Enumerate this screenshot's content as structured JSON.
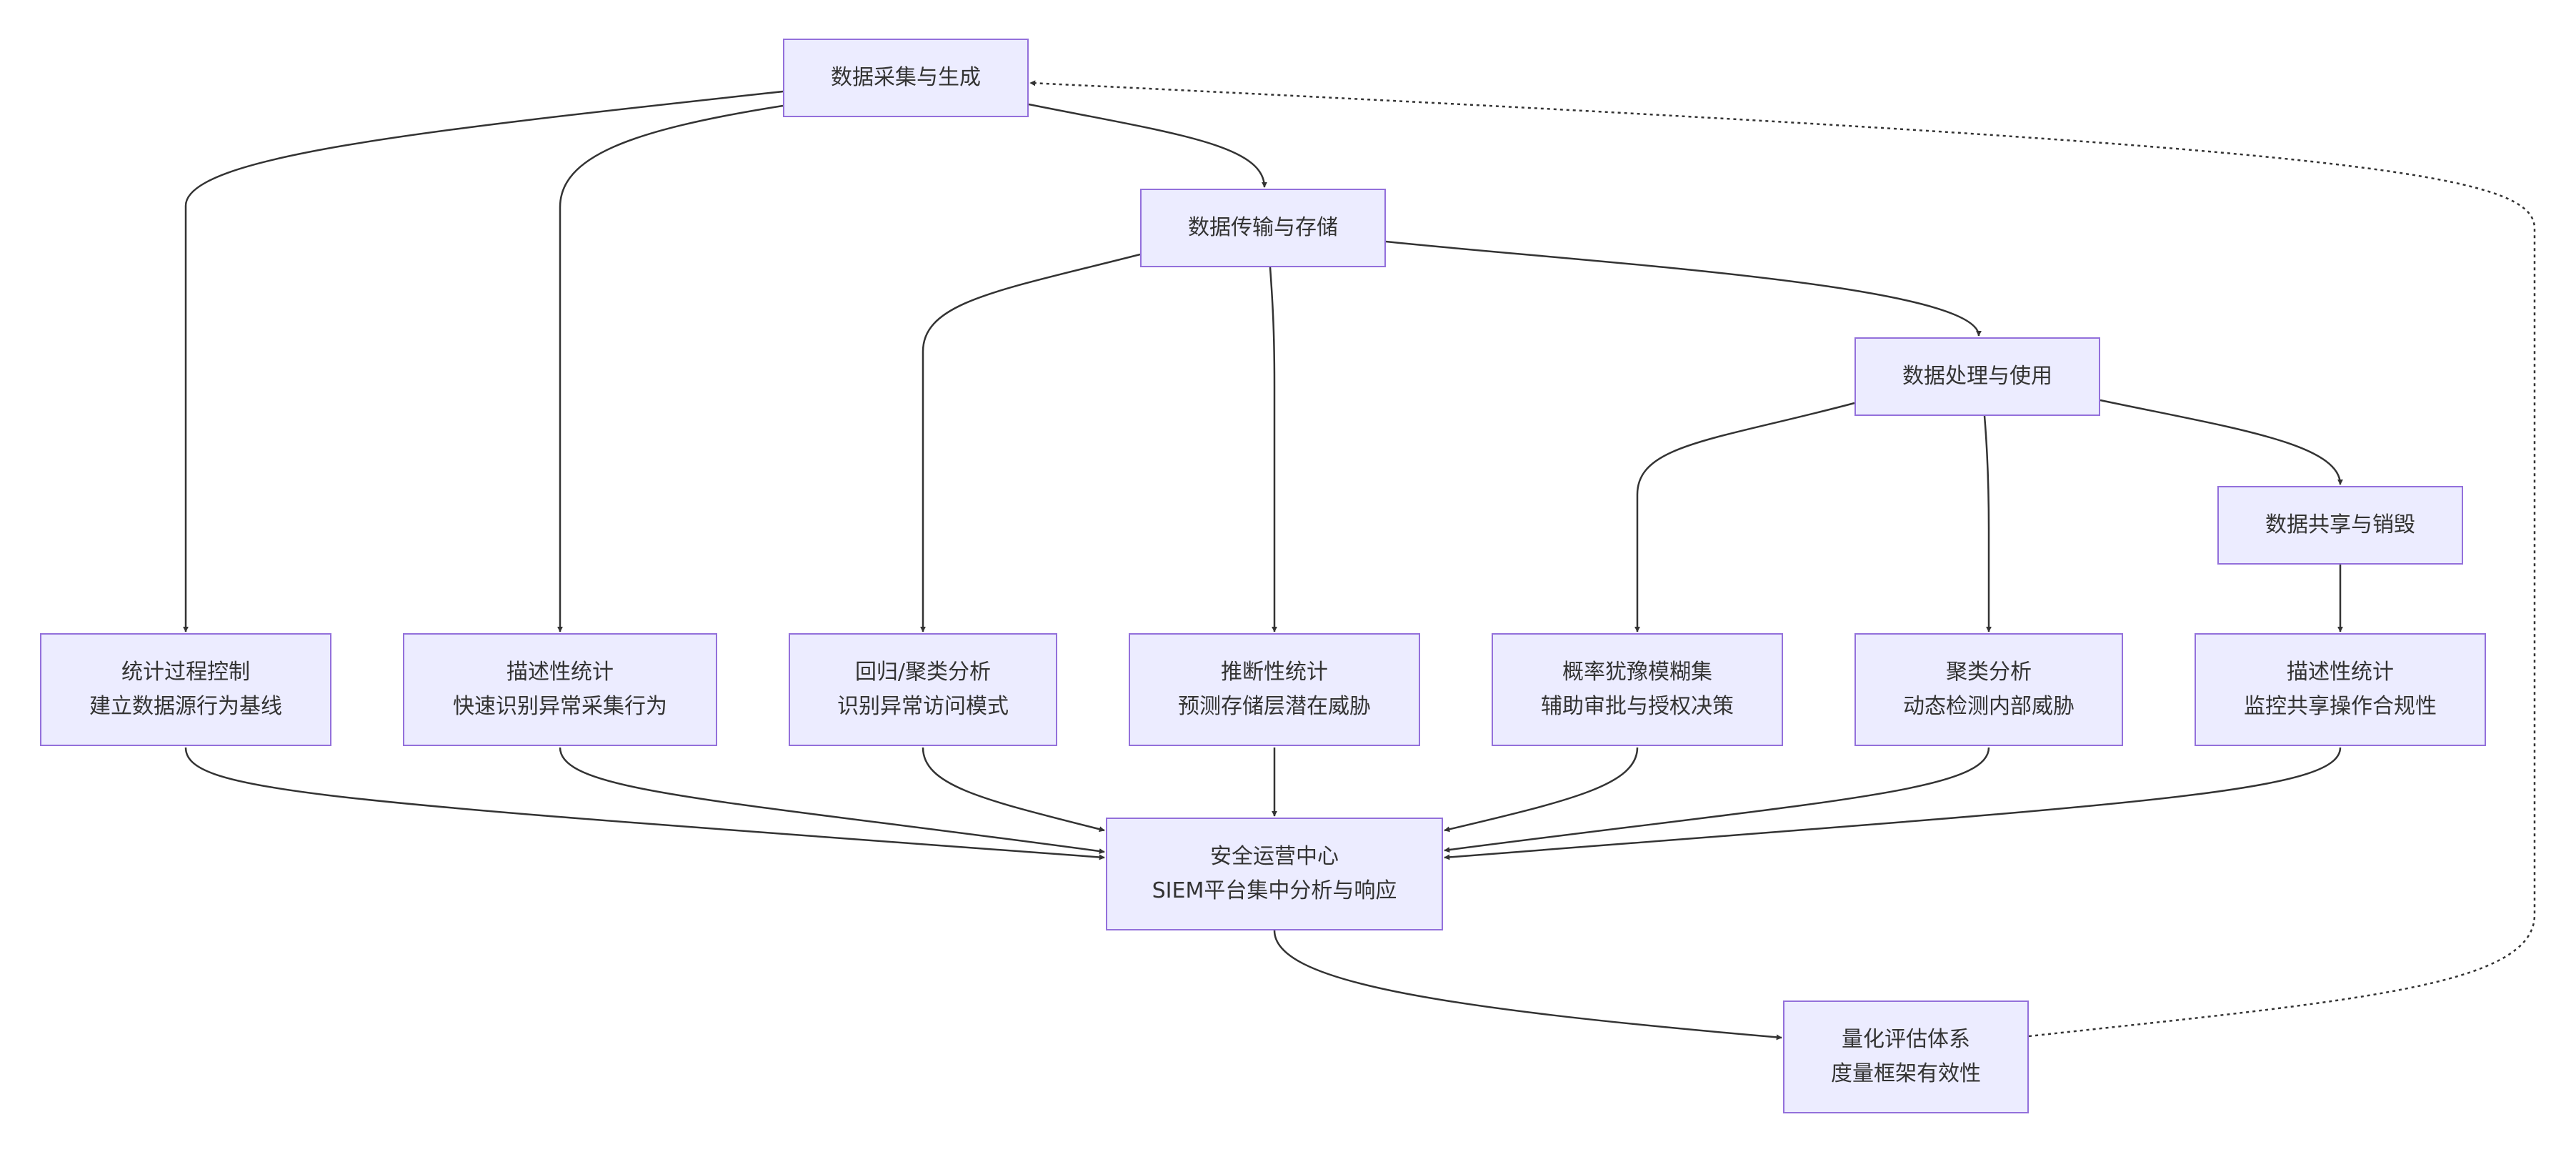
{
  "colors": {
    "node_fill": "#ECECFF",
    "node_border": "#9370DB",
    "edge": "#333333",
    "text": "#333333"
  },
  "nodes": {
    "collect": {
      "lines": [
        "数据采集与生成"
      ]
    },
    "transfer": {
      "lines": [
        "数据传输与存储"
      ]
    },
    "process": {
      "lines": [
        "数据处理与使用"
      ]
    },
    "share": {
      "lines": [
        "数据共享与销毁"
      ]
    },
    "spc": {
      "lines": [
        "统计过程控制",
        "建立数据源行为基线"
      ]
    },
    "desc1": {
      "lines": [
        "描述性统计",
        "快速识别异常采集行为"
      ]
    },
    "regress": {
      "lines": [
        "回归/聚类分析",
        "识别异常访问模式"
      ]
    },
    "infer": {
      "lines": [
        "推断性统计",
        "预测存储层潜在威胁"
      ]
    },
    "fuzzy": {
      "lines": [
        "概率犹豫模糊集",
        "辅助审批与授权决策"
      ]
    },
    "cluster": {
      "lines": [
        "聚类分析",
        "动态检测内部威胁"
      ]
    },
    "desc2": {
      "lines": [
        "描述性统计",
        "监控共享操作合规性"
      ]
    },
    "soc": {
      "lines": [
        "安全运营中心",
        "SIEM平台集中分析与响应"
      ]
    },
    "eval": {
      "lines": [
        "量化评估体系",
        "度量框架有效性"
      ]
    }
  },
  "edges": [
    {
      "from": "collect",
      "to": "transfer",
      "style": "solid"
    },
    {
      "from": "transfer",
      "to": "process",
      "style": "solid"
    },
    {
      "from": "process",
      "to": "share",
      "style": "solid"
    },
    {
      "from": "collect",
      "to": "spc",
      "style": "solid"
    },
    {
      "from": "collect",
      "to": "desc1",
      "style": "solid"
    },
    {
      "from": "transfer",
      "to": "regress",
      "style": "solid"
    },
    {
      "from": "transfer",
      "to": "infer",
      "style": "solid"
    },
    {
      "from": "process",
      "to": "fuzzy",
      "style": "solid"
    },
    {
      "from": "process",
      "to": "cluster",
      "style": "solid"
    },
    {
      "from": "share",
      "to": "desc2",
      "style": "solid"
    },
    {
      "from": "spc",
      "to": "soc",
      "style": "solid"
    },
    {
      "from": "desc1",
      "to": "soc",
      "style": "solid"
    },
    {
      "from": "regress",
      "to": "soc",
      "style": "solid"
    },
    {
      "from": "infer",
      "to": "soc",
      "style": "solid"
    },
    {
      "from": "fuzzy",
      "to": "soc",
      "style": "solid"
    },
    {
      "from": "cluster",
      "to": "soc",
      "style": "solid"
    },
    {
      "from": "desc2",
      "to": "soc",
      "style": "solid"
    },
    {
      "from": "soc",
      "to": "eval",
      "style": "solid"
    },
    {
      "from": "eval",
      "to": "collect",
      "style": "dotted"
    }
  ]
}
